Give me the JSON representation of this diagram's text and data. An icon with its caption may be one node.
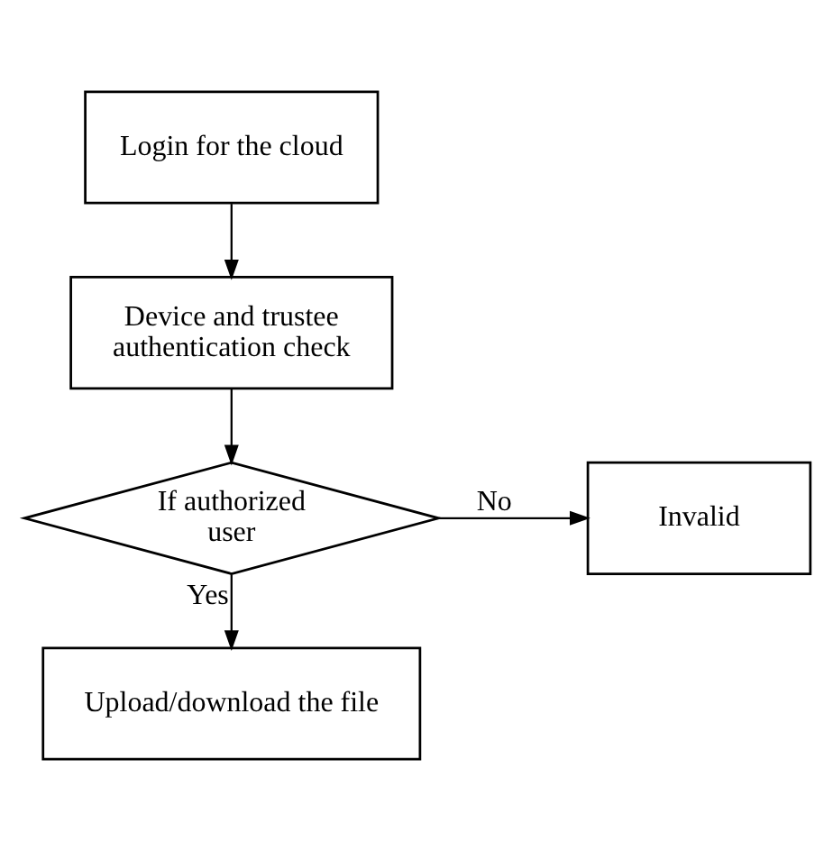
{
  "diagram": {
    "nodes": [
      {
        "text": [
          "Login for the cloud"
        ]
      },
      {
        "text": [
          "Device and trustee authentication check"
        ]
      },
      {
        "text": [
          "If authorized user"
        ]
      },
      {
        "text": [
          "Invalid"
        ]
      },
      {
        "text": [
          "Upload/download the file"
        ]
      }
    ],
    "edges": [
      {
        "from": 0,
        "to": 1,
        "arrow": "to"
      },
      {
        "from": 1,
        "to": 2,
        "arrow": "to"
      },
      {
        "from": 2,
        "to": 3,
        "arrow": "to",
        "label": "No"
      },
      {
        "from": 2,
        "to": 4,
        "arrow": "to",
        "label": "Yes"
      }
    ]
  }
}
